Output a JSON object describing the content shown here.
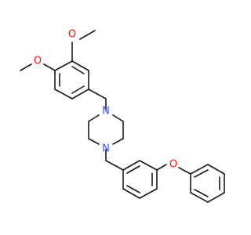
{
  "molecule": {
    "atoms": {
      "o_methoxy_top": {
        "symbol": "O",
        "color": "#ff0d0d"
      },
      "o_methoxy_left": {
        "symbol": "O",
        "color": "#ff0d0d"
      },
      "n_top": {
        "symbol": "N",
        "color": "#3050f8"
      },
      "n_bottom": {
        "symbol": "N",
        "color": "#3050f8"
      },
      "o_ether": {
        "symbol": "O",
        "color": "#ff0d0d"
      }
    },
    "bond_color": "#1a1a1a"
  }
}
